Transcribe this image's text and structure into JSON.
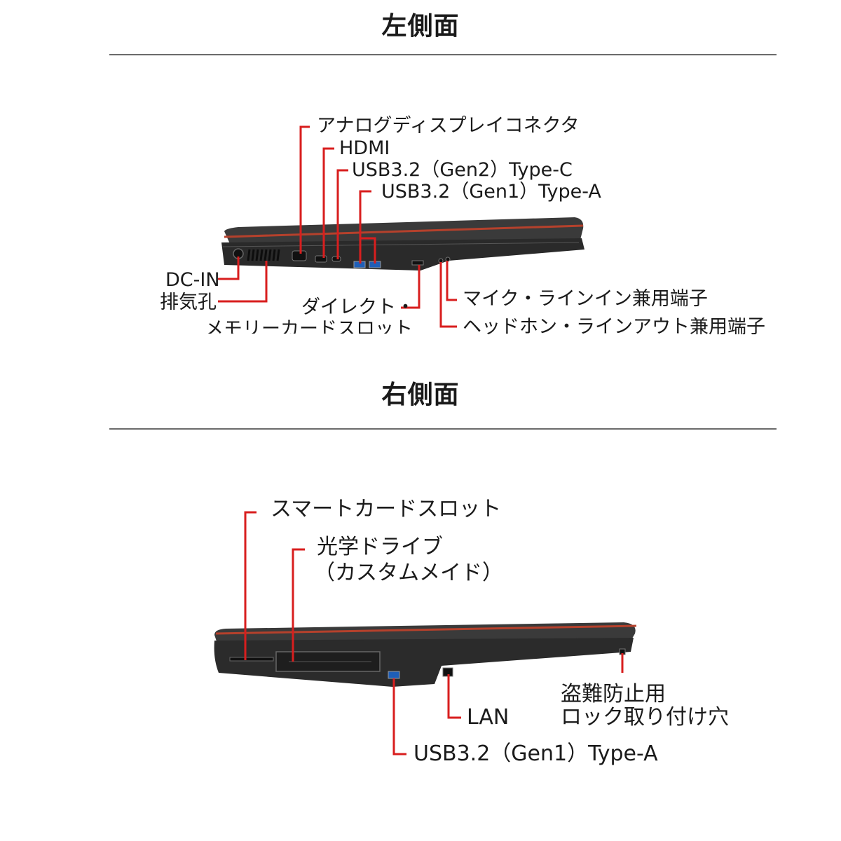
{
  "left_side": {
    "title": "左側面",
    "labels": {
      "analog_display": "アナログディスプレイコネクタ",
      "hdmi": "HDMI",
      "usb_c": "USB3.2（Gen2）Type-C",
      "usb_a": "USB3.2（Gen1）Type-A",
      "dc_in": "DC-IN",
      "exhaust": "排気孔",
      "card_slot_line1": "ダイレクト・",
      "card_slot_line2": "メモリーカードスロット",
      "mic": "マイク・ラインイン兼用端子",
      "headphone": "ヘッドホン・ラインアウト兼用端子"
    }
  },
  "right_side": {
    "title": "右側面",
    "labels": {
      "smart_card": "スマートカードスロット",
      "optical_line1": "光学ドライブ",
      "optical_line2": "（カスタムメイド）",
      "lan": "LAN",
      "lock_line1": "盗難防止用",
      "lock_line2": "ロック取り付け穴",
      "usb_a": "USB3.2（Gen1）Type-A"
    }
  },
  "colors": {
    "leader": "#d81e1e",
    "rule": "#6b6b6b",
    "laptop_body": "#2e2e2e",
    "accent_stripe": "#b5412c"
  }
}
